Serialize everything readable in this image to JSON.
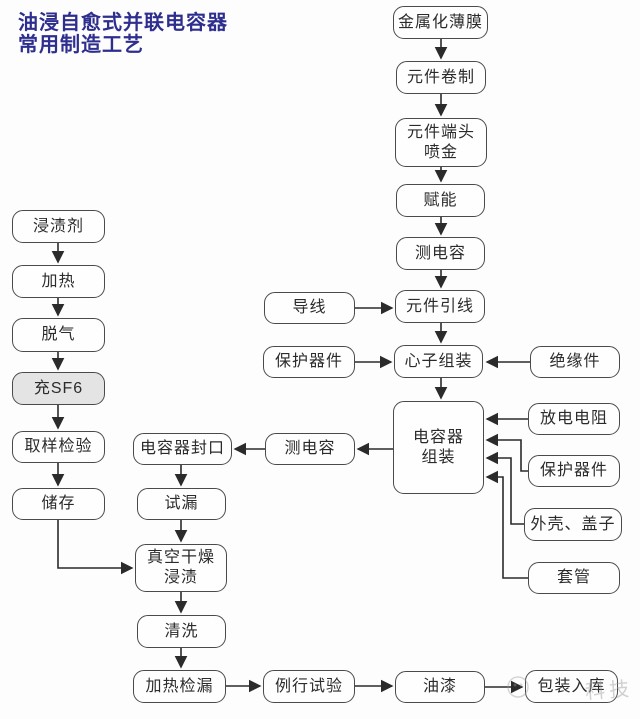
{
  "title": {
    "line1": "油浸自愈式并联电容器",
    "line2": "常用制造工艺"
  },
  "colors": {
    "title_text": "#2e2e8f",
    "box_border": "#4a4a4a",
    "box_fill": "#fefefe",
    "sf6_box_fill": "#e4e4e4",
    "connector_line": "#2b2b2b",
    "background": "#fdfdfd"
  },
  "nodes": [
    {
      "label": "金属化薄膜"
    },
    {
      "label": "元件卷制"
    },
    {
      "label": "元件端头\n喷金"
    },
    {
      "label": "赋能"
    },
    {
      "label": "测电容"
    },
    {
      "label": "元件引线"
    },
    {
      "label": "心子组装"
    },
    {
      "label": "电容器\n组装"
    },
    {
      "label": "导线"
    },
    {
      "label": "保护器件"
    },
    {
      "label": "绝缘件"
    },
    {
      "label": "放电电阻"
    },
    {
      "label": "保护器件"
    },
    {
      "label": "外壳、盖子"
    },
    {
      "label": "套管"
    },
    {
      "label": "测电容"
    },
    {
      "label": "电容器封口"
    },
    {
      "label": "试漏"
    },
    {
      "label": "真空干燥\n浸渍"
    },
    {
      "label": "清洗"
    },
    {
      "label": "加热检漏"
    },
    {
      "label": "例行试验"
    },
    {
      "label": "油漆"
    },
    {
      "label": "包装入库"
    },
    {
      "label": "浸渍剂"
    },
    {
      "label": "加热"
    },
    {
      "label": "脱气"
    },
    {
      "label": "充SF6"
    },
    {
      "label": "取样检验"
    },
    {
      "label": "储存"
    }
  ],
  "watermark": {
    "text": "科技"
  }
}
